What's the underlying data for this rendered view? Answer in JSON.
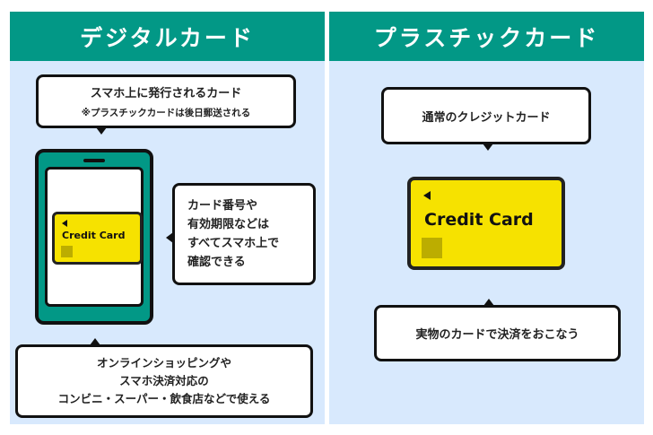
{
  "colors": {
    "header_bg": "#029886",
    "panel_bg": "#d8e9fd",
    "card_yellow": "#f6e200",
    "chip": "#bcad00"
  },
  "digital": {
    "header": "デジタルカード",
    "top_bubble": {
      "line1": "スマホ上に発行されるカード",
      "line2": "※プラスチックカードは後日郵送される"
    },
    "phone_card_label": "Credit Card",
    "side_bubble": [
      "カード番号や",
      "有効期限などは",
      "すべてスマホ上で",
      "確認できる"
    ],
    "bottom_bubble": [
      "オンラインショッピングや",
      "スマホ決済対応の",
      "コンビニ・スーパー・飲食店などで使える"
    ]
  },
  "plastic": {
    "header": "プラスチックカード",
    "top_bubble": "通常のクレジットカード",
    "card_label": "Credit Card",
    "bottom_bubble": "実物のカードで決済をおこなう"
  }
}
